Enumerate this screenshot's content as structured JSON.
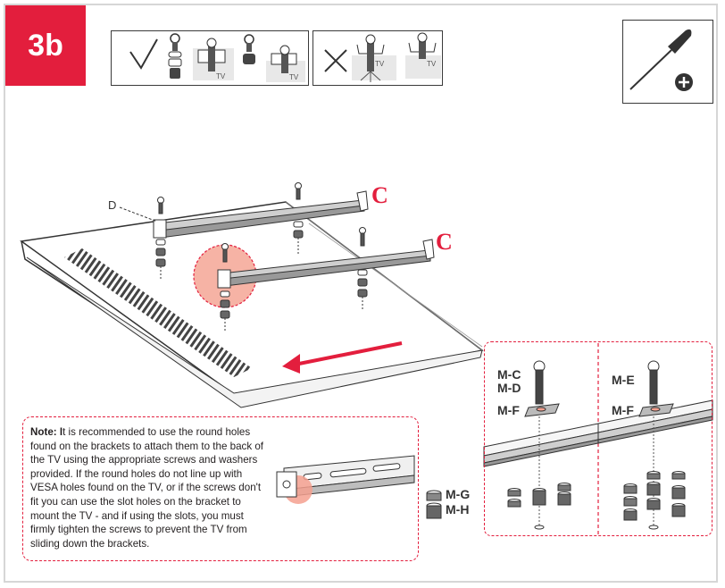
{
  "step": {
    "label": "3b"
  },
  "legend": {
    "correct_tv_labels": [
      "TV",
      "TV"
    ],
    "wrong_tv_labels": [
      "TV",
      "TV"
    ]
  },
  "main": {
    "callout_d": "D",
    "callout_c1": "C",
    "callout_c2": "C"
  },
  "note": {
    "lead": "Note: I",
    "body": "t is recommended to use the round holes found on the brackets to attach them to the back of the TV using the appropriate screws and washers provided. If the round holes do not line up with VESA holes found on the TV, or if the screws don't fit you can use the slot holes on the bracket to mount the TV - and if using the slots, you must firmly tighten the screws to prevent the TV from sliding down the brackets."
  },
  "parts_mg_mh": {
    "line1": "M-G",
    "line2": "M-H"
  },
  "detail_left": {
    "top1": "M-C",
    "top2": "M-D",
    "bottom": "M-F"
  },
  "detail_right": {
    "top": "M-E",
    "bottom": "M-F"
  },
  "colors": {
    "accent": "#e31e3d",
    "ink": "#231f20",
    "highlight": "#f4a08f"
  }
}
